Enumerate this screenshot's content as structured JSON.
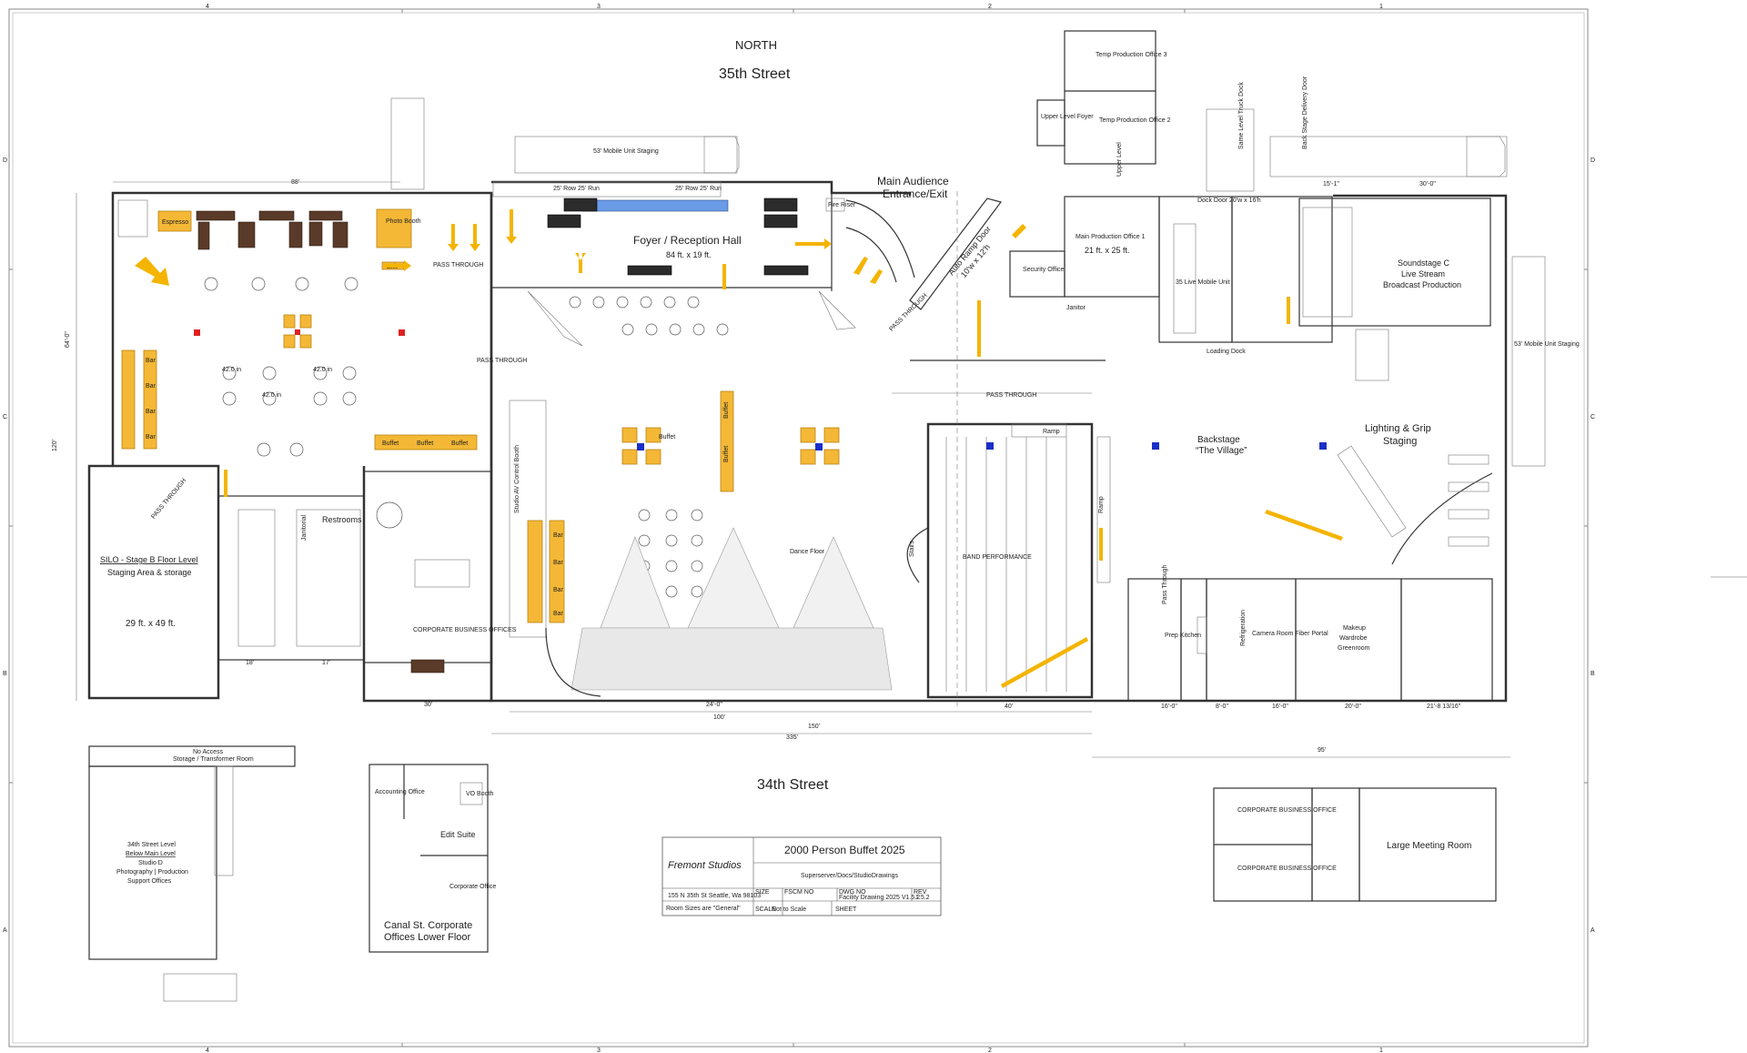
{
  "sheet": {
    "col_numbers": [
      "4",
      "3",
      "2",
      "1"
    ],
    "row_letters": [
      "D",
      "C",
      "B",
      "A"
    ]
  },
  "streets": {
    "north": "NORTH",
    "top": "35th Street",
    "bottom": "34th Street"
  },
  "left_hall": {
    "espresso": "Espresso",
    "photo_booth": "Photo Booth",
    "exit": "Exit",
    "pass_through_top": "PASS THROUGH",
    "pass_through_mid": "PASS THROUGH",
    "pass_through_diag": "PASS THROUGH",
    "bar": "Bar",
    "buffet": "Buffet",
    "round_label": "42.0 in",
    "dim_width": "88'",
    "dim_left": "64'-0\"",
    "dim_left2": "120'"
  },
  "silo": {
    "title": "SILO - Stage B Floor Level",
    "subtitle": "Staging Area & storage",
    "size": "29 ft. x 49 ft."
  },
  "service": {
    "janitorial": "Janitorial",
    "restrooms": "Restrooms",
    "corporate": "CORPORATE BUSINESS OFFICES",
    "dim_a": "18'",
    "dim_b": "17'",
    "dim_c": "30'"
  },
  "foyer": {
    "title": "Foyer / Reception Hall",
    "size": "84 ft. x 19 ft.",
    "row_left": "25' Row  25' Run",
    "row_right": "25' Row  25' Run",
    "truck_label": "53' Mobile Unit Staging",
    "fire_riser": "Fire Riser"
  },
  "entrance": {
    "main": "Main Audience",
    "main2": "Entrance/Exit",
    "ramp": "Auto Ramp Door",
    "ramp_size": "10'w x 12'h",
    "pass_through": "PASS THROUGH"
  },
  "center": {
    "control_booth": "Studio AV Control Booth",
    "dance_floor": "Dance Floor",
    "pass_through": "PASS THROUGH",
    "band": "BAND PERFORMANCE",
    "ramp": "Ramp",
    "ramp_side": "Ramp",
    "stairs": "Stairs",
    "dim_row": "24'-0\"",
    "dim_a": "100'",
    "dim_b": "150'",
    "dim_c": "335'",
    "dim_d": "40'"
  },
  "north_offices": {
    "upper_foyer": "Upper Level Foyer",
    "temp3": "Temp Production Office 3",
    "temp2": "Temp Production Office 2",
    "upper_level": "Upper Level",
    "prod_office": "Main Production Office 1",
    "prod_size": "21 ft. x 25 ft.",
    "security": "Security Office",
    "janitor": "Janitor",
    "mobile_unit": "35 Live Mobile Unit",
    "loading_dock": "Loading Dock",
    "dock_door": "Dock Door 20'w x 16'h",
    "same_level": "Same Level Truck Dock",
    "back_stage_door": "Back Stage Delivery Door"
  },
  "east": {
    "soundstage": "Soundstage C",
    "live_stream": "Live Stream",
    "broadcast": "Broadcast Production",
    "mobile_unit": "53' Mobile Unit Staging",
    "backstage": "Backstage",
    "village": "“The Village”",
    "lighting": "Lighting & Grip",
    "staging": "Staging",
    "prep": "Prep Kitchen",
    "refrigeration": "Refrigeration",
    "camera": "Camera Room Fiber Portal",
    "makeup": "Makeup",
    "wardrobe": "Wardrobe",
    "greenroom": "Greenroom",
    "pass_through": "Pass Through",
    "dim_15": "15'-1\"",
    "dim_30": "30'-0\"",
    "dim_16": "16'-0\"",
    "dim_8": "8'-0\"",
    "dim_16b": "16'-0\"",
    "dim_20": "20'-0\"",
    "dim_21": "21'-8 13/16\"",
    "dim_95": "95'"
  },
  "lower_left": {
    "no_access": "No Access",
    "storage": "Storage / Transformer Room",
    "level": "34th Street Level",
    "below": "Below Main Level",
    "studio": "Studio D",
    "photo": "Photography | Production",
    "support": "Support Offices"
  },
  "canal": {
    "accounting": "Accounting Office",
    "vo_booth": "VO Booth",
    "edit": "Edit Suite",
    "corp": "Corporate Office",
    "title1": "Canal St. Corporate",
    "title2": "Offices Lower Floor"
  },
  "lower_right": {
    "corp1": "CORPORATE BUSINESS OFFICE",
    "corp2": "CORPORATE BUSINESS OFFICE",
    "meeting": "Large Meeting Room"
  },
  "title_block": {
    "logo": "Fremont Studios",
    "title": "2000 Person Buffet 2025",
    "path": "Superserver/Docs/StudioDrawings",
    "address": "155 N 35th St  Seattle, Wa 98103",
    "size_label": "SIZE",
    "fscm_label": "FSCM NO",
    "dwg_label": "DWG NO",
    "rev_label": "REV",
    "dwg_no": "Facility Drawing 2025 V1.5.2",
    "rev": "1.5.2",
    "note": "Room Sizes are \"General\"",
    "scale_label": "SCALE",
    "scale": "Not to Scale",
    "sheet_label": "SHEET"
  },
  "colors": {
    "buffet_gold": "#f4b836",
    "arrow_yellow": "#f4b400",
    "booth_blue": "#6a9be6",
    "marker_blue": "#1a2fc8",
    "marker_red": "#e02020",
    "wall": "#333333"
  }
}
